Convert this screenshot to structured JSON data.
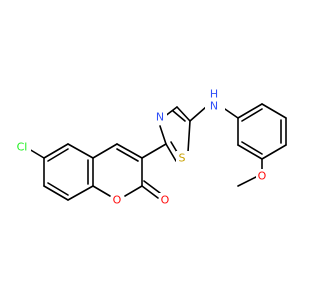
{
  "molecule": {
    "colors": {
      "bond": "#000000",
      "carbon": "#000000",
      "oxygen": "#ff0d0d",
      "nitrogen": "#3050f8",
      "sulfur": "#c8a000",
      "chlorine": "#1ff01f"
    },
    "atoms": [
      {
        "id": "cl",
        "label": "Cl",
        "element": "chlorine"
      },
      {
        "id": "o1",
        "label": "O",
        "element": "oxygen"
      },
      {
        "id": "o2",
        "label": "O",
        "element": "oxygen"
      },
      {
        "id": "n3",
        "label": "N",
        "element": "nitrogen"
      },
      {
        "id": "s1",
        "label": "S",
        "element": "sulfur"
      },
      {
        "id": "nh",
        "label": "H",
        "element": "nitrogen"
      },
      {
        "id": "n2",
        "label": "N",
        "element": "nitrogen"
      },
      {
        "id": "o3",
        "label": "O",
        "element": "oxygen"
      }
    ]
  }
}
